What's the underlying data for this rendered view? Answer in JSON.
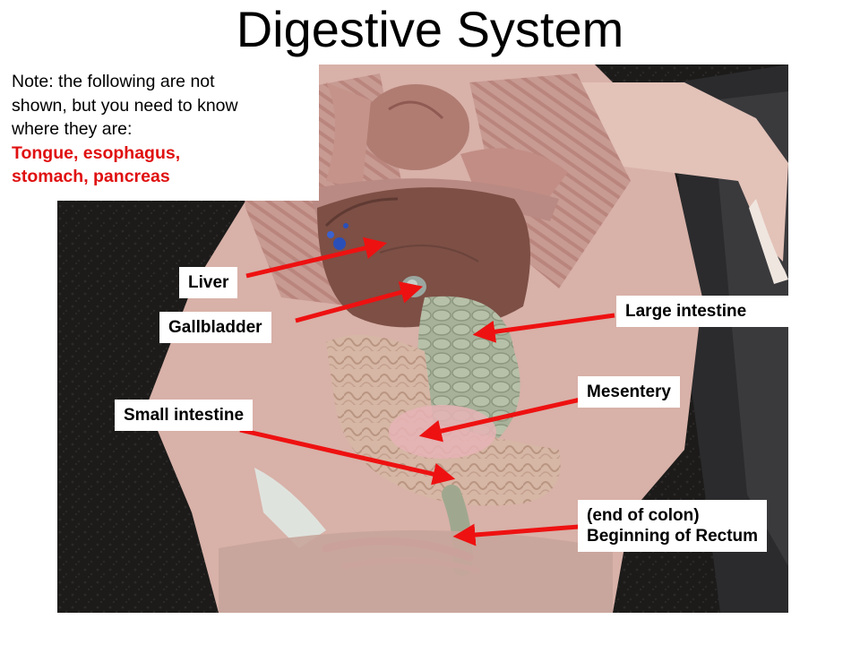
{
  "slide": {
    "title": "Digestive System"
  },
  "note": {
    "lines": [
      "Note:  the following are not",
      "shown, but you need to know",
      "where they are:"
    ],
    "highlight_lines": [
      "Tongue, esophagus,",
      "stomach, pancreas"
    ],
    "highlight_color": "#e01010"
  },
  "labels": {
    "liver": "Liver",
    "gallbladder": "Gallbladder",
    "large_intestine": "Large intestine",
    "mesentery": "Mesentery",
    "small_intestine": "Small intestine",
    "rectum_line1": "(end of colon)",
    "rectum_line2": "Beginning of Rectum"
  },
  "colors": {
    "arrow": "#ee1111",
    "background_tray": "#1f1e1d",
    "tissue_pink": "#d7a9a0",
    "liver_brown": "#7d4f45",
    "intestine_green": "#aab59a"
  }
}
